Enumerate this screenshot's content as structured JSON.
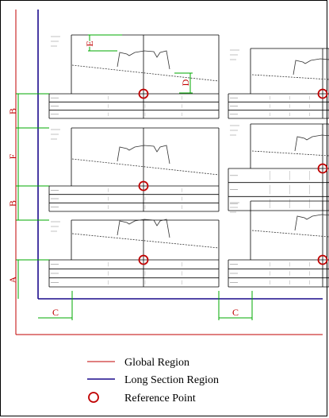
{
  "colors": {
    "global_region": "#c00000",
    "long_section_region": "#1a0a8c",
    "reference_point": "#c00000",
    "dimension": "#00aa00",
    "dimension_label": "#c00000",
    "sheet": "#000000",
    "profile": "#333333"
  },
  "dimension_labels": {
    "a": "A",
    "b": "B",
    "c": "C",
    "d": "D",
    "e": "E",
    "f": "F"
  },
  "legend": {
    "global_region": "Global Region",
    "long_section_region": "Long Section Region",
    "reference_point": "Reference Point"
  },
  "icons": {
    "reference_point": "reference-point-circle-icon"
  }
}
